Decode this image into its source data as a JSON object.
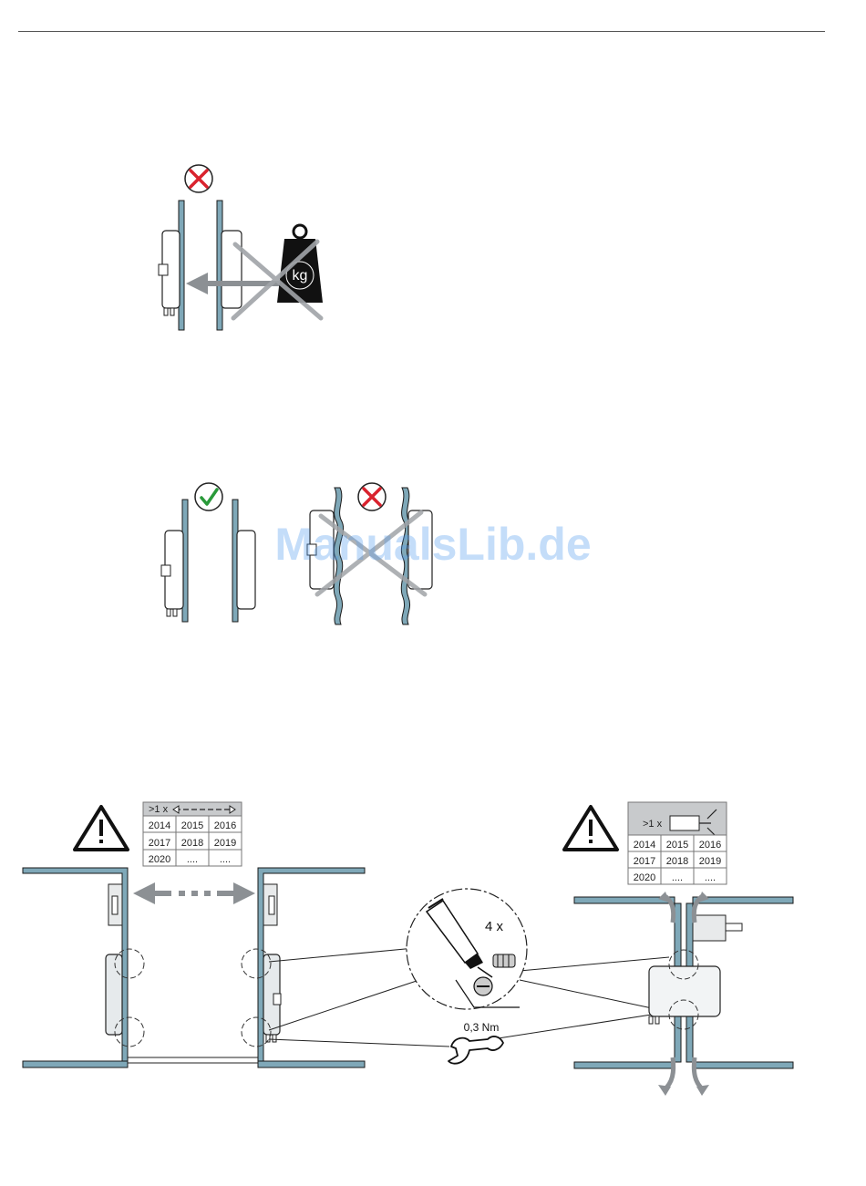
{
  "figure1": {
    "weight_label": "kg",
    "status": "not-allowed",
    "icons": [
      "cross-icon",
      "weight-icon",
      "arrow-left-icon"
    ]
  },
  "figure2": {
    "left_status": "allowed",
    "right_status": "not-allowed",
    "icons": [
      "check-icon",
      "cross-icon"
    ]
  },
  "watermark": "ManualsLib.de",
  "figure3": {
    "left_table": {
      "header": ">1 x",
      "rows": [
        [
          "2014",
          "2015",
          "2016"
        ],
        [
          "2017",
          "2018",
          "2019"
        ],
        [
          "2020",
          "....",
          "...."
        ]
      ]
    },
    "right_table": {
      "header": ">1 x",
      "rows": [
        [
          "2014",
          "2015",
          "2016"
        ],
        [
          "2017",
          "2018",
          "2019"
        ],
        [
          "2020",
          "....",
          "...."
        ]
      ]
    },
    "screw_count": "4 x",
    "torque": "0,3 Nm",
    "icons": [
      "warning-icon",
      "glue-tube-icon",
      "screw-icon",
      "wrench-icon"
    ]
  },
  "colors": {
    "wall": "#7fa8b8",
    "wall_dark": "#1a1a1a",
    "cross_red": "#d9232e",
    "check_green": "#2a9a3a",
    "gray_cross": "#a0a4a8",
    "arrow_gray": "#8c9094",
    "device_fill": "#f2f4f5",
    "table_header": "#c8cacc"
  }
}
